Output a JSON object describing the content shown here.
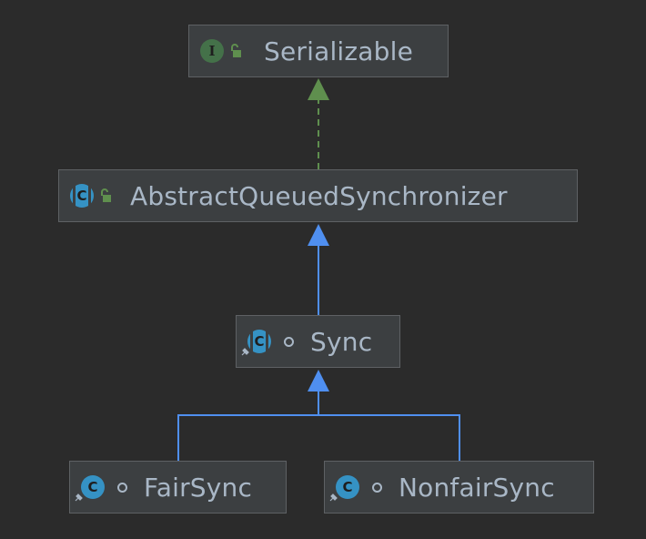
{
  "colors": {
    "background": "#2b2b2b",
    "node_fill": "#3c3f41",
    "node_border": "#5e6164",
    "label": "#a9b7c6",
    "implements_edge": "#5f8f4e",
    "extends_edge": "#4f8ff0",
    "interface_icon": "#447149",
    "class_icon": "#3592c4"
  },
  "nodes": {
    "serializable": {
      "label": "Serializable",
      "icon": "interface-icon",
      "visibility_icon": "public-lock-icon"
    },
    "aqs": {
      "label": "AbstractQueuedSynchronizer",
      "icon": "abstract-class-icon",
      "visibility_icon": "public-lock-icon"
    },
    "sync": {
      "label": "Sync",
      "icon": "abstract-static-class-icon",
      "visibility_icon": "package-private-dot-icon"
    },
    "fairsync": {
      "label": "FairSync",
      "icon": "static-class-icon",
      "visibility_icon": "package-private-dot-icon"
    },
    "nonfairsync": {
      "label": "NonfairSync",
      "icon": "static-class-icon",
      "visibility_icon": "package-private-dot-icon"
    }
  },
  "edges": [
    {
      "from": "aqs",
      "to": "serializable",
      "kind": "implements",
      "style": "dashed"
    },
    {
      "from": "sync",
      "to": "aqs",
      "kind": "extends",
      "style": "solid"
    },
    {
      "from": "fairsync",
      "to": "sync",
      "kind": "extends",
      "style": "solid"
    },
    {
      "from": "nonfairsync",
      "to": "sync",
      "kind": "extends",
      "style": "solid"
    }
  ]
}
